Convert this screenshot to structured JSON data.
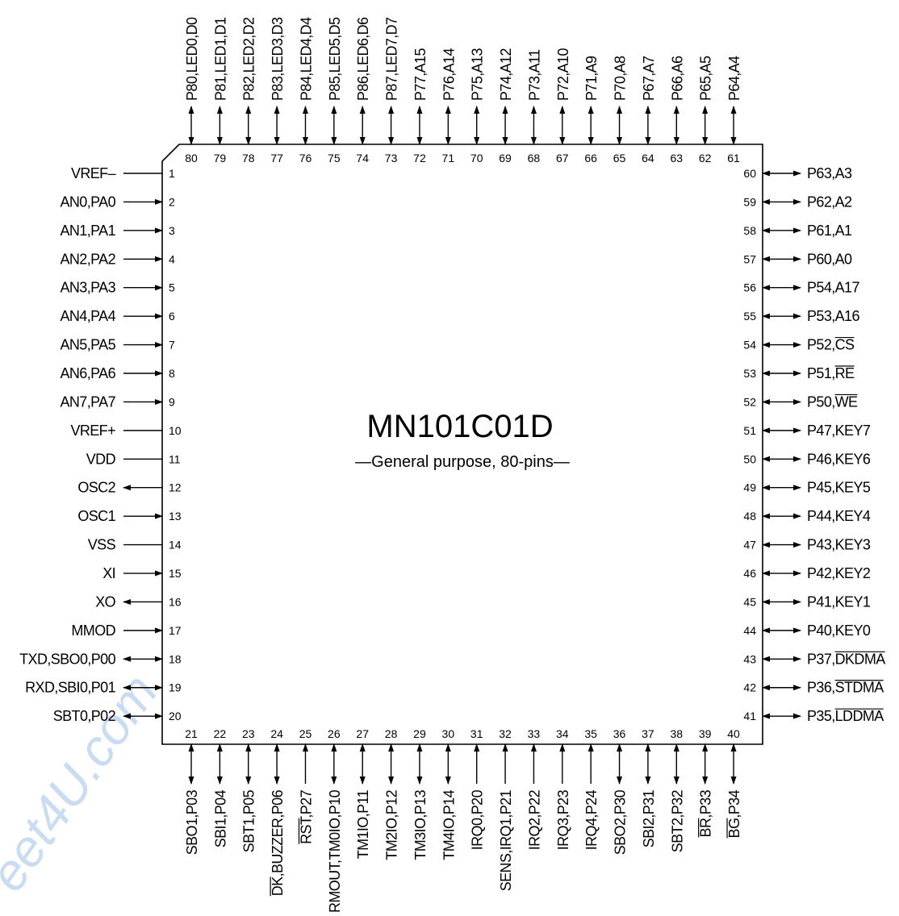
{
  "chip": {
    "title": "MN101C01D",
    "subtitle": "—General purpose, 80-pins—",
    "watermark": "eet4U.com"
  },
  "left_pins": [
    {
      "num": "1",
      "label": "VREF–",
      "dir": "none",
      "bars": []
    },
    {
      "num": "2",
      "label": "AN0,PA0",
      "dir": "in",
      "bars": []
    },
    {
      "num": "3",
      "label": "AN1,PA1",
      "dir": "in",
      "bars": []
    },
    {
      "num": "4",
      "label": "AN2,PA2",
      "dir": "in",
      "bars": []
    },
    {
      "num": "5",
      "label": "AN3,PA3",
      "dir": "in",
      "bars": []
    },
    {
      "num": "6",
      "label": "AN4,PA4",
      "dir": "in",
      "bars": []
    },
    {
      "num": "7",
      "label": "AN5,PA5",
      "dir": "in",
      "bars": []
    },
    {
      "num": "8",
      "label": "AN6,PA6",
      "dir": "in",
      "bars": []
    },
    {
      "num": "9",
      "label": "AN7,PA7",
      "dir": "in",
      "bars": []
    },
    {
      "num": "10",
      "label": "VREF+",
      "dir": "none",
      "bars": []
    },
    {
      "num": "11",
      "label": "VDD",
      "dir": "none",
      "bars": []
    },
    {
      "num": "12",
      "label": "OSC2",
      "dir": "out",
      "bars": []
    },
    {
      "num": "13",
      "label": "OSC1",
      "dir": "in",
      "bars": []
    },
    {
      "num": "14",
      "label": "VSS",
      "dir": "none",
      "bars": []
    },
    {
      "num": "15",
      "label": "XI",
      "dir": "in",
      "bars": []
    },
    {
      "num": "16",
      "label": "XO",
      "dir": "out",
      "bars": []
    },
    {
      "num": "17",
      "label": "MMOD",
      "dir": "in",
      "bars": []
    },
    {
      "num": "18",
      "label": "TXD,SBO0,P00",
      "dir": "bi",
      "bars": []
    },
    {
      "num": "19",
      "label": "RXD,SBI0,P01",
      "dir": "bi",
      "bars": []
    },
    {
      "num": "20",
      "label": "SBT0,P02",
      "dir": "bi",
      "bars": []
    }
  ],
  "right_pins": [
    {
      "num": "60",
      "label": "P63,A3",
      "dir": "bi",
      "bars": []
    },
    {
      "num": "59",
      "label": "P62,A2",
      "dir": "bi",
      "bars": []
    },
    {
      "num": "58",
      "label": "P61,A1",
      "dir": "bi",
      "bars": []
    },
    {
      "num": "57",
      "label": "P60,A0",
      "dir": "bi",
      "bars": []
    },
    {
      "num": "56",
      "label": "P54,A17",
      "dir": "bi",
      "bars": []
    },
    {
      "num": "55",
      "label": "P53,A16",
      "dir": "bi",
      "bars": []
    },
    {
      "num": "54",
      "label": "P52,CS",
      "dir": "bi",
      "bars": [
        "CS"
      ]
    },
    {
      "num": "53",
      "label": "P51,RE",
      "dir": "bi",
      "bars": [
        "RE"
      ]
    },
    {
      "num": "52",
      "label": "P50,WE",
      "dir": "bi",
      "bars": [
        "WE"
      ]
    },
    {
      "num": "51",
      "label": "P47,KEY7",
      "dir": "bi",
      "bars": []
    },
    {
      "num": "50",
      "label": "P46,KEY6",
      "dir": "bi",
      "bars": []
    },
    {
      "num": "49",
      "label": "P45,KEY5",
      "dir": "bi",
      "bars": []
    },
    {
      "num": "48",
      "label": "P44,KEY4",
      "dir": "bi",
      "bars": []
    },
    {
      "num": "47",
      "label": "P43,KEY3",
      "dir": "bi",
      "bars": []
    },
    {
      "num": "46",
      "label": "P42,KEY2",
      "dir": "bi",
      "bars": []
    },
    {
      "num": "45",
      "label": "P41,KEY1",
      "dir": "bi",
      "bars": []
    },
    {
      "num": "44",
      "label": "P40,KEY0",
      "dir": "bi",
      "bars": []
    },
    {
      "num": "43",
      "label": "P37,DKDMA",
      "dir": "bi",
      "bars": [
        "DKDMA"
      ]
    },
    {
      "num": "42",
      "label": "P36,STDMA",
      "dir": "bi",
      "bars": [
        "STDMA"
      ]
    },
    {
      "num": "41",
      "label": "P35,LDDMA",
      "dir": "bi",
      "bars": [
        "LDDMA"
      ]
    }
  ],
  "top_pins": [
    {
      "num": "80",
      "label": "P80,LED0,D0",
      "dir": "bi",
      "bars": []
    },
    {
      "num": "79",
      "label": "P81,LED1,D1",
      "dir": "bi",
      "bars": []
    },
    {
      "num": "78",
      "label": "P82,LED2,D2",
      "dir": "bi",
      "bars": []
    },
    {
      "num": "77",
      "label": "P83,LED3,D3",
      "dir": "bi",
      "bars": []
    },
    {
      "num": "76",
      "label": "P84,LED4,D4",
      "dir": "bi",
      "bars": []
    },
    {
      "num": "75",
      "label": "P85,LED5,D5",
      "dir": "bi",
      "bars": []
    },
    {
      "num": "74",
      "label": "P86,LED6,D6",
      "dir": "bi",
      "bars": []
    },
    {
      "num": "73",
      "label": "P87,LED7,D7",
      "dir": "bi",
      "bars": []
    },
    {
      "num": "72",
      "label": "P77,A15",
      "dir": "bi",
      "bars": []
    },
    {
      "num": "71",
      "label": "P76,A14",
      "dir": "bi",
      "bars": []
    },
    {
      "num": "70",
      "label": "P75,A13",
      "dir": "bi",
      "bars": []
    },
    {
      "num": "69",
      "label": "P74,A12",
      "dir": "bi",
      "bars": []
    },
    {
      "num": "68",
      "label": "P73,A11",
      "dir": "bi",
      "bars": []
    },
    {
      "num": "67",
      "label": "P72,A10",
      "dir": "bi",
      "bars": []
    },
    {
      "num": "66",
      "label": "P71,A9",
      "dir": "bi",
      "bars": []
    },
    {
      "num": "65",
      "label": "P70,A8",
      "dir": "bi",
      "bars": []
    },
    {
      "num": "64",
      "label": "P67,A7",
      "dir": "bi",
      "bars": []
    },
    {
      "num": "63",
      "label": "P66,A6",
      "dir": "bi",
      "bars": []
    },
    {
      "num": "62",
      "label": "P65,A5",
      "dir": "bi",
      "bars": []
    },
    {
      "num": "61",
      "label": "P64,A4",
      "dir": "bi",
      "bars": []
    }
  ],
  "bottom_pins": [
    {
      "num": "21",
      "label": "SBO1,P03",
      "dir": "bi",
      "bars": []
    },
    {
      "num": "22",
      "label": "SBI1,P04",
      "dir": "bi",
      "bars": []
    },
    {
      "num": "23",
      "label": "SBT1,P05",
      "dir": "bi",
      "bars": []
    },
    {
      "num": "24",
      "label": "DK,BUZZER,P06",
      "dir": "bi",
      "bars": [
        "DK"
      ]
    },
    {
      "num": "25",
      "label": "RST,P27",
      "dir": "in",
      "bars": [
        "RST"
      ]
    },
    {
      "num": "26",
      "label": "RMOUT,TM0IO,P10",
      "dir": "bi",
      "bars": []
    },
    {
      "num": "27",
      "label": "TM1IO,P11",
      "dir": "bi",
      "bars": []
    },
    {
      "num": "28",
      "label": "TM2IO,P12",
      "dir": "bi",
      "bars": []
    },
    {
      "num": "29",
      "label": "TM3IO,P13",
      "dir": "bi",
      "bars": []
    },
    {
      "num": "30",
      "label": "TM4IO,P14",
      "dir": "bi",
      "bars": []
    },
    {
      "num": "31",
      "label": "IRQ0,P20",
      "dir": "in",
      "bars": []
    },
    {
      "num": "32",
      "label": "SENS,IRQ1,P21",
      "dir": "in",
      "bars": []
    },
    {
      "num": "33",
      "label": "IRQ2,P22",
      "dir": "in",
      "bars": []
    },
    {
      "num": "34",
      "label": "IRQ3,P23",
      "dir": "in",
      "bars": []
    },
    {
      "num": "35",
      "label": "IRQ4,P24",
      "dir": "in",
      "bars": []
    },
    {
      "num": "36",
      "label": "SBO2,P30",
      "dir": "bi",
      "bars": []
    },
    {
      "num": "37",
      "label": "SBI2,P31",
      "dir": "bi",
      "bars": []
    },
    {
      "num": "38",
      "label": "SBT2,P32",
      "dir": "bi",
      "bars": []
    },
    {
      "num": "39",
      "label": "BR,P33",
      "dir": "bi",
      "bars": [
        "BR"
      ]
    },
    {
      "num": "40",
      "label": "BG,P34",
      "dir": "bi",
      "bars": [
        "BG"
      ]
    }
  ]
}
